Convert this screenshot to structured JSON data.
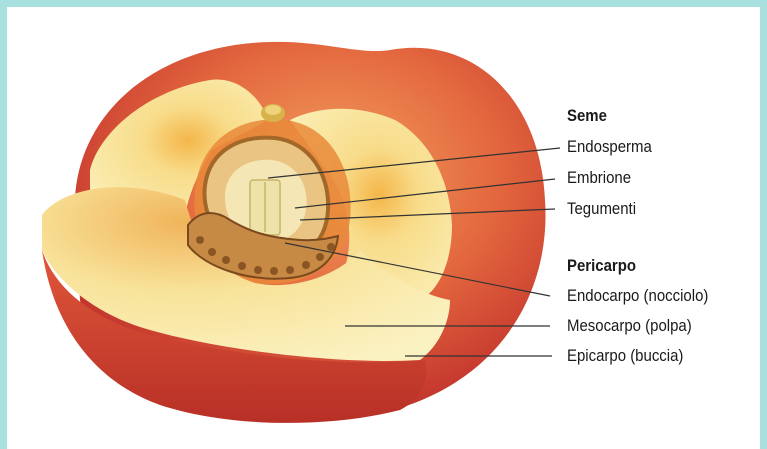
{
  "colors": {
    "frame": "#a8e0e0",
    "skin": "#d9463a",
    "flesh": "#f7e7a0",
    "pit": "#b07a3a",
    "leader": "#333333"
  },
  "illustration": {
    "name": "peach-cross-section"
  },
  "labels": {
    "seed_heading": "Seme",
    "endosperm": "Endosperma",
    "embryo": "Embrione",
    "seed_coat": "Tegumenti",
    "pericarp_heading": "Pericarpo",
    "endocarp": "Endocarpo (nocciolo)",
    "mesocarp": "Mesocarpo (polpa)",
    "epicarp": "Epicarpo (buccia)"
  }
}
